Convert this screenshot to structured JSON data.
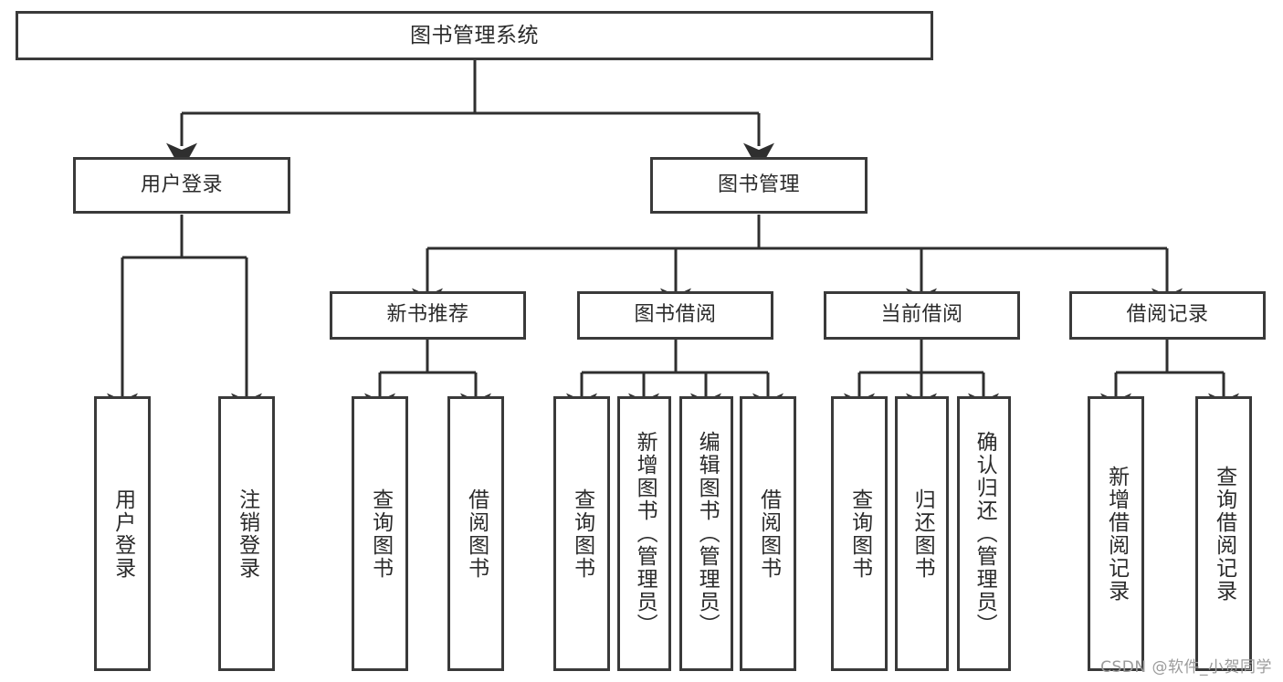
{
  "diagram": {
    "title": "图书管理系统",
    "watermark": "CSDN @软件_小贺同学",
    "stroke_color": "#3a3a3a",
    "background_color": "#ffffff",
    "text_color": "#2b2b2b",
    "watermark_color": "#9b9b9b"
  },
  "nodes": {
    "root": {
      "label": "图书管理系统"
    },
    "level1": [
      {
        "label": "用户登录"
      },
      {
        "label": "图书管理"
      }
    ],
    "level2": [
      {
        "label": "新书推荐"
      },
      {
        "label": "图书借阅"
      },
      {
        "label": "当前借阅"
      },
      {
        "label": "借阅记录"
      }
    ],
    "leaves": {
      "user_login": [
        {
          "label": "用户登录"
        },
        {
          "label": "注销登录"
        }
      ],
      "new_book_recommend": [
        {
          "label": "查询图书"
        },
        {
          "label": "借阅图书"
        }
      ],
      "book_borrow": [
        {
          "label": "查询图书"
        },
        {
          "label": "新增图书（管理员）"
        },
        {
          "label": "编辑图书（管理员）"
        },
        {
          "label": "借阅图书"
        }
      ],
      "current_borrow": [
        {
          "label": "查询图书"
        },
        {
          "label": "归还图书"
        },
        {
          "label": "确认归还（管理员）"
        }
      ],
      "borrow_record": [
        {
          "label": "新增借阅记录"
        },
        {
          "label": "查询借阅记录"
        }
      ]
    }
  }
}
